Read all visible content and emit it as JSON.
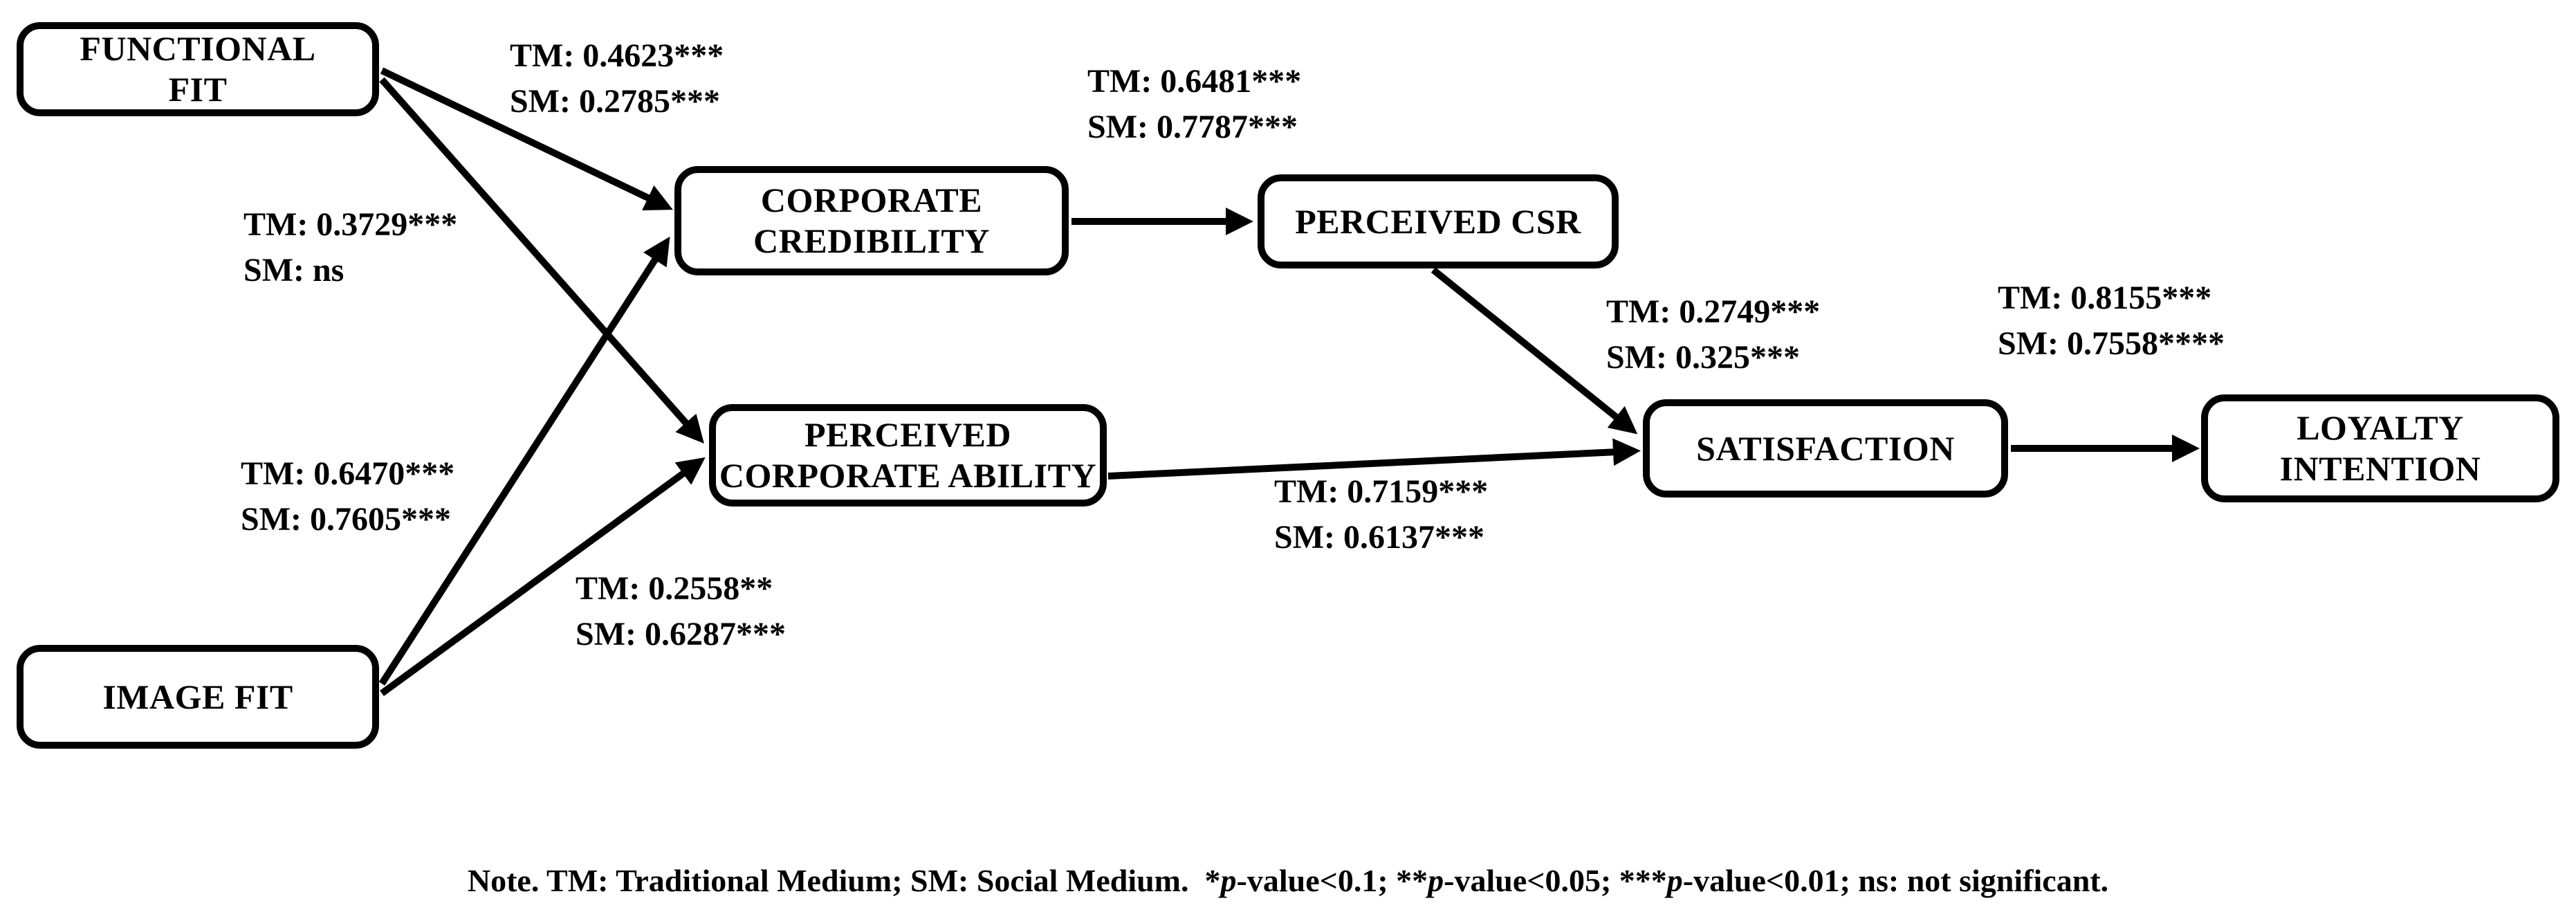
{
  "colors": {
    "ink": "#000000",
    "background": "#ffffff"
  },
  "diagram": {
    "nodes": [
      {
        "id": "functional-fit",
        "lines": [
          "FUNCTIONAL",
          "FIT"
        ]
      },
      {
        "id": "image-fit",
        "lines": [
          "IMAGE FIT"
        ]
      },
      {
        "id": "corporate-credibility",
        "lines": [
          "CORPORATE",
          "CREDIBILITY"
        ]
      },
      {
        "id": "perceived-corporate-ability",
        "lines": [
          "PERCEIVED",
          "CORPORATE ABILITY"
        ]
      },
      {
        "id": "perceived-csr",
        "lines": [
          "PERCEIVED CSR"
        ]
      },
      {
        "id": "satisfaction",
        "lines": [
          "SATISFACTION"
        ]
      },
      {
        "id": "loyalty-intention",
        "lines": [
          "LOYALTY",
          "INTENTION"
        ]
      }
    ],
    "edges": [
      {
        "from": "functional-fit",
        "to": "corporate-credibility",
        "tm": "TM: 0.4623***",
        "sm": "SM: 0.2785***"
      },
      {
        "from": "functional-fit",
        "to": "perceived-corporate-ability",
        "tm": "TM: 0.3729***",
        "sm": "SM: ns"
      },
      {
        "from": "image-fit",
        "to": "corporate-credibility",
        "tm": "TM: 0.6470***",
        "sm": "SM: 0.7605***"
      },
      {
        "from": "image-fit",
        "to": "perceived-corporate-ability",
        "tm": "TM: 0.2558**",
        "sm": "SM: 0.6287***"
      },
      {
        "from": "corporate-credibility",
        "to": "perceived-csr",
        "tm": "TM: 0.6481***",
        "sm": "SM: 0.7787***"
      },
      {
        "from": "perceived-csr",
        "to": "satisfaction",
        "tm": "TM: 0.2749***",
        "sm": "SM: 0.325***"
      },
      {
        "from": "perceived-corporate-ability",
        "to": "satisfaction",
        "tm": "TM: 0.7159***",
        "sm": "SM: 0.6137***"
      },
      {
        "from": "satisfaction",
        "to": "loyalty-intention",
        "tm": "TM: 0.8155***",
        "sm": "SM: 0.7558****"
      }
    ],
    "note_segments": [
      {
        "text": "Note. TM: Traditional Medium; SM: Social Medium.  *",
        "italic": false
      },
      {
        "text": "p",
        "italic": true
      },
      {
        "text": "-value<0.1; **",
        "italic": false
      },
      {
        "text": "p",
        "italic": true
      },
      {
        "text": "-value<0.05; ***",
        "italic": false
      },
      {
        "text": "p",
        "italic": true
      },
      {
        "text": "-value<0.01; ns: not significant.",
        "italic": false
      }
    ]
  }
}
